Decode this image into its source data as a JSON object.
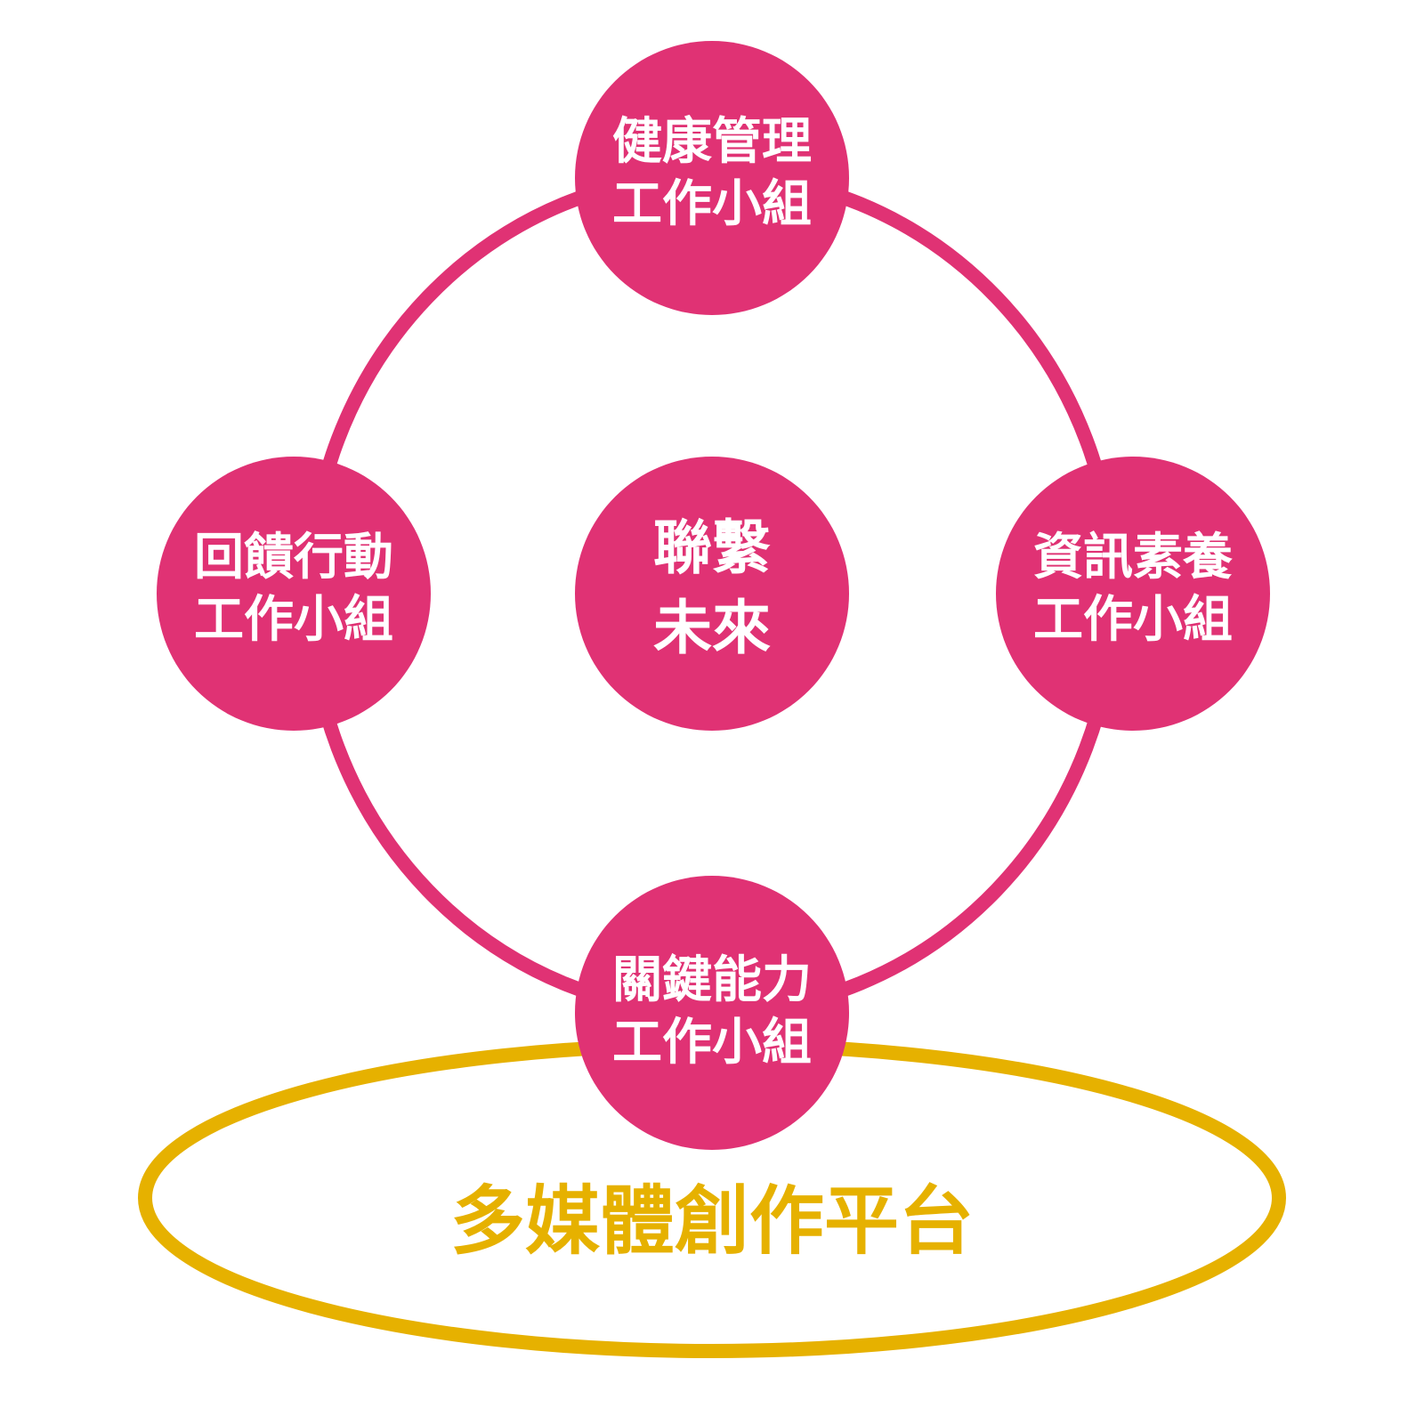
{
  "colors": {
    "node_fill": "#e03274",
    "ring_stroke": "#e03274",
    "platform_stroke": "#e6b100",
    "platform_text": "#e6b100",
    "label_text": "#ffffff",
    "background": "#ffffff"
  },
  "center": {
    "line1": "聯繫",
    "line2": "未來"
  },
  "nodes": {
    "top": {
      "line1": "健康管理",
      "line2": "工作小組"
    },
    "left": {
      "line1": "回饋行動",
      "line2": "工作小組"
    },
    "right": {
      "line1": "資訊素養",
      "line2": "工作小組"
    },
    "bottom": {
      "line1": "關鍵能力",
      "line2": "工作小組"
    }
  },
  "platform": {
    "label": "多媒體創作平台"
  }
}
